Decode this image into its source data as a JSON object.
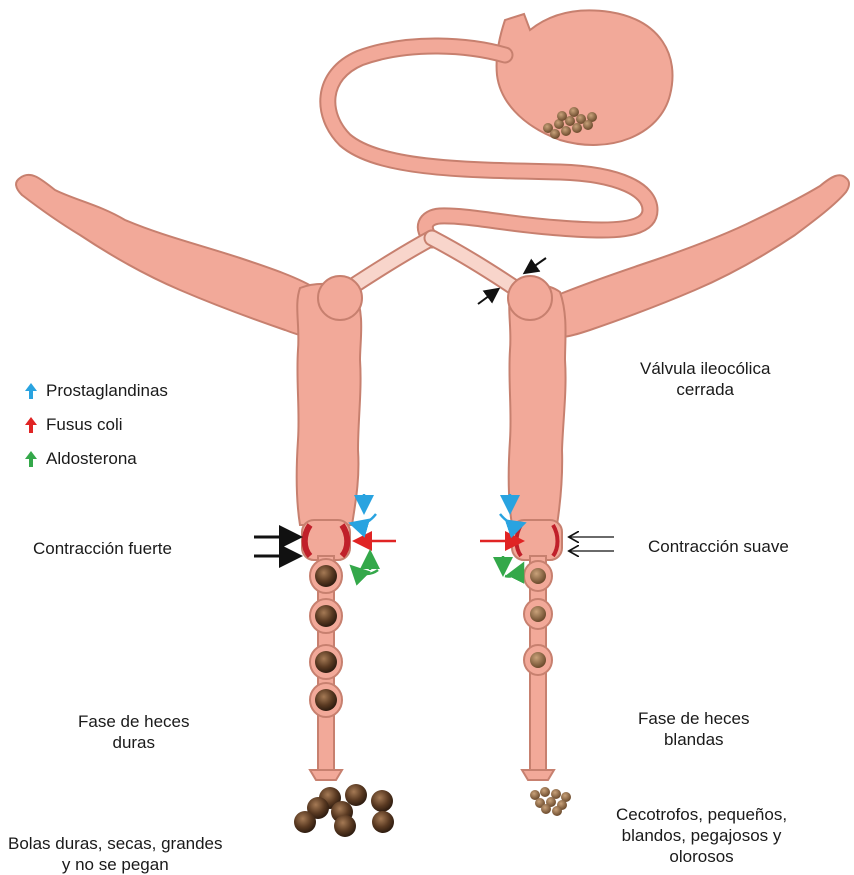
{
  "legend": [
    {
      "label": "Prostaglandinas",
      "color": "#29a3e0"
    },
    {
      "label": "Fusus coli",
      "color": "#e02424"
    },
    {
      "label": "Aldosterona",
      "color": "#34a84a"
    }
  ],
  "labels": {
    "valve": [
      "Válvula ileocólica",
      "cerrada"
    ],
    "strong_contraction": "Contracción fuerte",
    "soft_contraction": "Contracción suave",
    "hard_phase": [
      "Fase de heces",
      "duras"
    ],
    "soft_phase": [
      "Fase de heces",
      "blandas"
    ],
    "hard_feces": [
      "Bolas duras, secas, grandes",
      "y no se pegan"
    ],
    "cecotrophs": [
      "Cecotrofos, pequeños,",
      "blandos, pegajosos y",
      "olorosos"
    ]
  },
  "colors": {
    "tissue": "#f2a999",
    "tissue_outline": "#c7806f",
    "ileum_light": "#f8d5cb",
    "sphincter": "#c0202a",
    "feces": "#5a3a22",
    "arrow_black": "#111111"
  },
  "icons": [
    "up-arrow-icon",
    "down-arrow-icon",
    "curved-arrow-icon",
    "right-arrow-icon",
    "left-arrow-icon"
  ]
}
